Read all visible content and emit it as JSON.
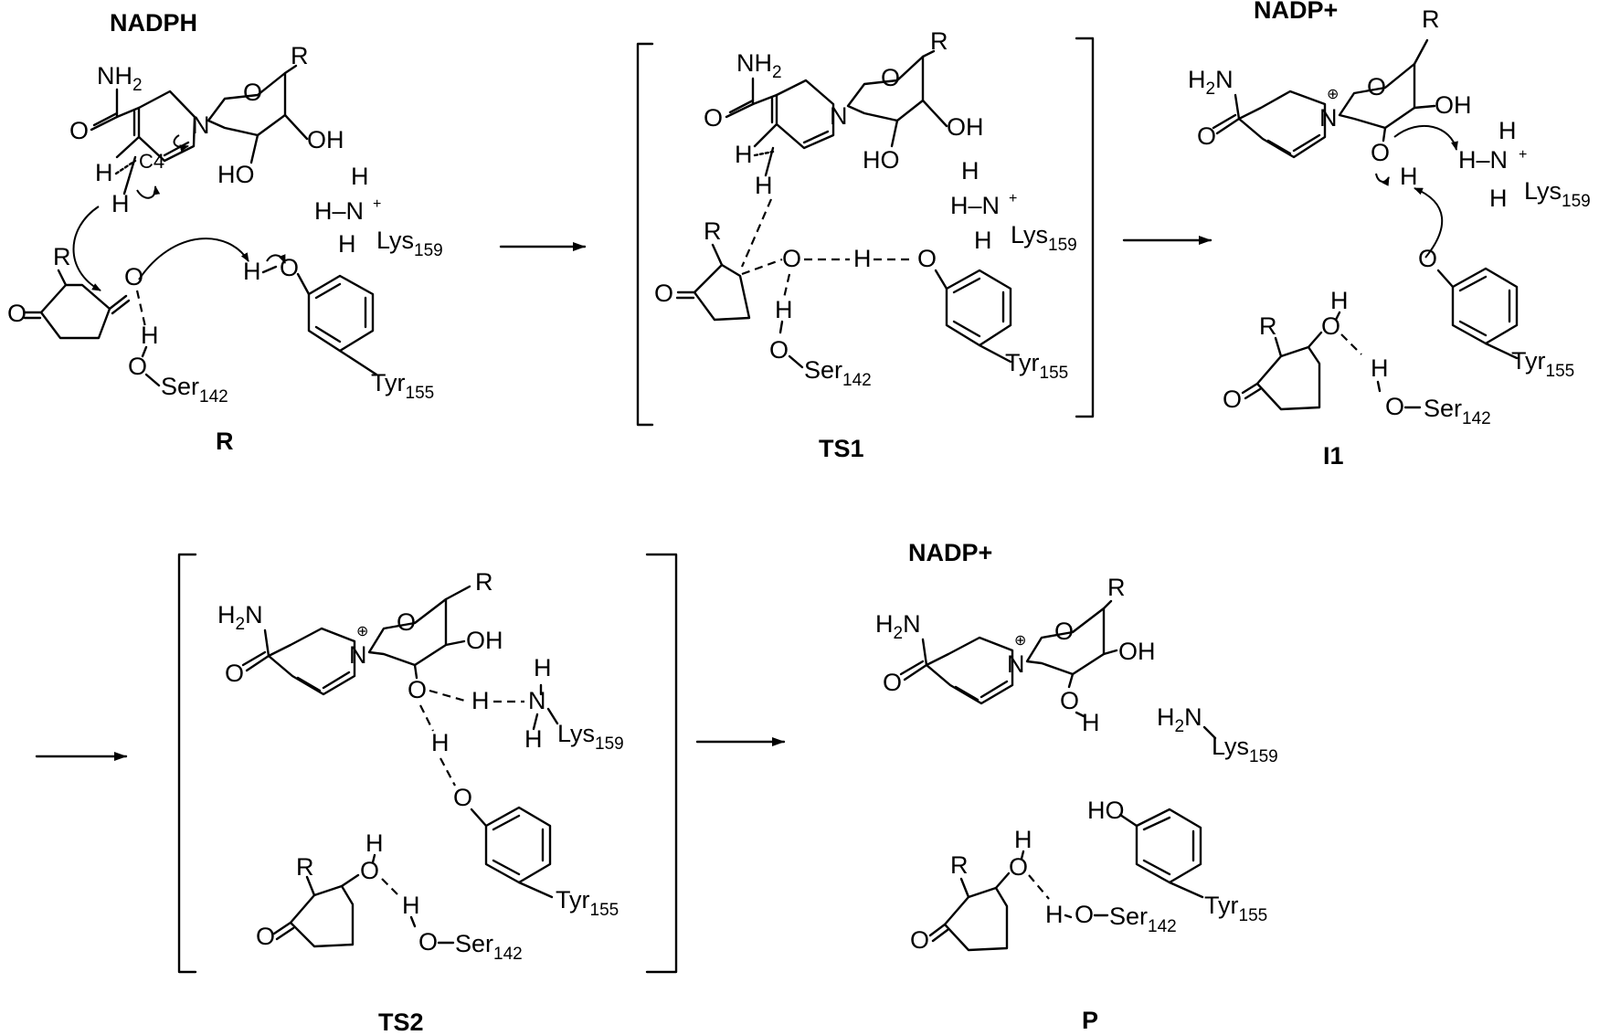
{
  "panels": {
    "r": {
      "title": "NADPH",
      "label": "R"
    },
    "ts1": {
      "label": "TS1"
    },
    "i1": {
      "title": "NADP+",
      "label": "I1"
    },
    "ts2": {
      "label": "TS2"
    },
    "p": {
      "title": "NADP+",
      "label": "P"
    }
  },
  "residues": {
    "lys": "Lys",
    "lys_num": "159",
    "tyr": "Tyr",
    "tyr_num": "155",
    "ser": "Ser",
    "ser_num": "142"
  },
  "atoms": {
    "nh2": "NH",
    "h2n": "H",
    "two": "2",
    "n": "N",
    "o": "O",
    "h": "H",
    "oh": "OH",
    "ho": "HO",
    "r": "R",
    "c4": "C4",
    "plus": "+",
    "oplus": "⊕"
  }
}
